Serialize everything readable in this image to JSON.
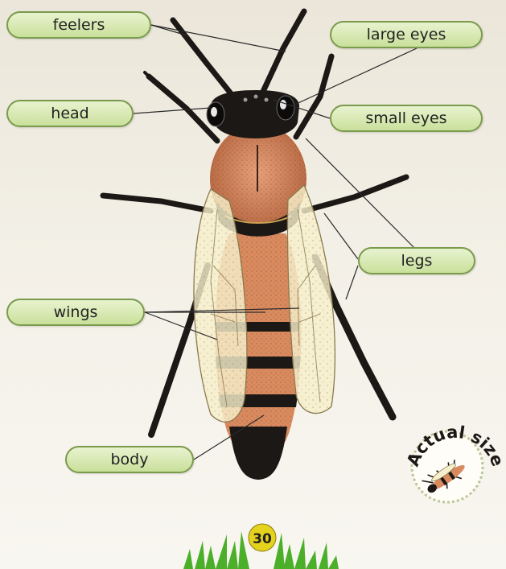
{
  "labels": {
    "feelers": "feelers",
    "large_eyes": "large eyes",
    "head": "head",
    "small_eyes": "small eyes",
    "legs": "legs",
    "wings": "wings",
    "body": "body"
  },
  "badge": {
    "text": "Actual size"
  },
  "page_number": "30",
  "colors": {
    "label_fill": "#d6e9b0",
    "label_border": "#7a9a4c",
    "bee_orange": "#d98a5e",
    "bee_black": "#1c1816",
    "wing_fill": "#f6efcb",
    "grass": "#4caf2a",
    "page_circle": "#e4d21c"
  }
}
